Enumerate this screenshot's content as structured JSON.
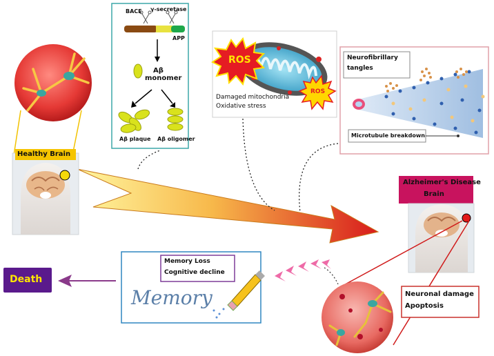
{
  "labels": {
    "bace": "BACE",
    "gamma_secretase": "γ-secretase",
    "app": "APP",
    "abeta_monomer_1": "Aβ",
    "abeta_monomer_2": "monomer",
    "abeta_plaque": "Aβ plaque",
    "abeta_oligomer": "Aβ oligomer",
    "ros_big": "ROS",
    "ros_small": "ROS",
    "damaged_mito": "Damaged mitochondria",
    "oxidative_stress": "Oxidative stress",
    "nft_1": "Neurofibrillary",
    "nft_2": "tangles",
    "microtubule": "Microtubule breakdown",
    "healthy_brain": "Healthy Brain",
    "ad_brain_1": "Alzheimer's Disease",
    "ad_brain_2": "Brain",
    "memory_loss": "Memory Loss",
    "cognitive_decline": "Cognitive decline",
    "handwriting": "Memory",
    "neuronal_damage": "Neuronal damage",
    "apoptosis": "Apoptosis",
    "death": "Death"
  },
  "colors": {
    "healthy_label_bg": "#f5c400",
    "ad_label_bg": "#c8135e",
    "death_bg": "#5a1a8c",
    "ros_burst": "#e51c23",
    "panel_border_teal": "#3ba7a8",
    "panel_border_pink": "#e0a0a8",
    "memory_border": "#2e86c1"
  }
}
